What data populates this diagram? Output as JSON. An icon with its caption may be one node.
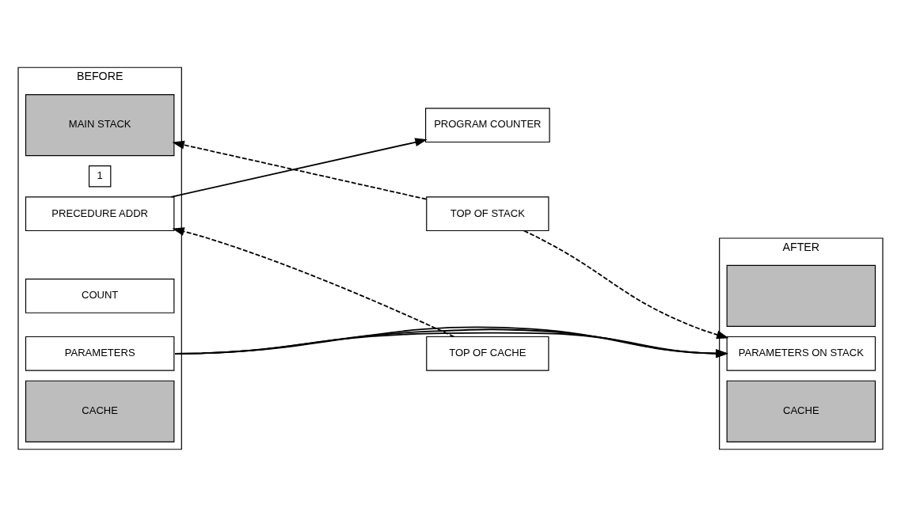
{
  "diagram": {
    "nodes": [
      {
        "text": [
          "BEFORE"
        ]
      },
      {
        "text": [
          "MAIN STACK"
        ],
        "in": 0
      },
      {
        "text": [
          "1"
        ],
        "in": 0
      },
      {
        "text": [
          "PRECEDURE ADDR"
        ],
        "in": 0
      },
      {
        "text": [
          "COUNT"
        ],
        "in": 0
      },
      {
        "text": [
          "PARAMETERS"
        ],
        "in": 0
      },
      {
        "text": [
          "CACHE"
        ],
        "in": 0
      },
      {
        "text": [
          "PROGRAM COUNTER"
        ]
      },
      {
        "text": [
          "TOP OF STACK"
        ]
      },
      {
        "text": [
          "TOP OF CACHE"
        ]
      },
      {
        "text": [
          "AFTER"
        ]
      },
      {
        "text": [],
        "shape": "box",
        "in": 10
      },
      {
        "text": [
          "PARAMETERS ON STACK"
        ],
        "in": 10
      },
      {
        "text": [
          "CACHE"
        ],
        "in": 10
      }
    ],
    "edges": [
      {
        "from": 3,
        "to": 7,
        "arrow": "to"
      },
      {
        "from": 5,
        "to": 12,
        "arrow": "to"
      },
      {
        "from": 5,
        "to": 12,
        "arrow": "to"
      },
      {
        "from": 5,
        "to": 12,
        "arrow": "to"
      },
      {
        "from": 8,
        "to": 1,
        "arrow": "to",
        "style": "dashed"
      },
      {
        "from": 9,
        "to": 3,
        "arrow": "to",
        "style": "dashed"
      },
      {
        "from": 8,
        "to": 12,
        "arrow": "to",
        "style": "dashed"
      }
    ]
  }
}
